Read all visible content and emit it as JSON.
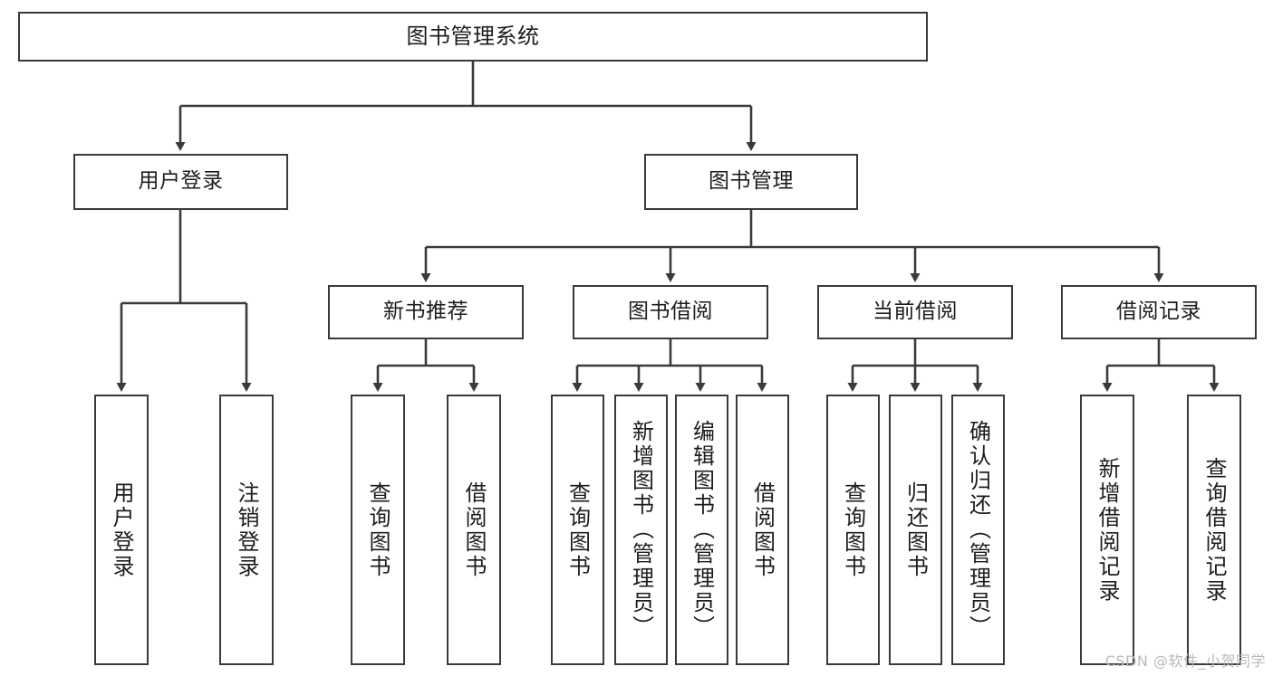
{
  "diagram": {
    "title": "图书管理系统",
    "watermark": "CSDN @软件_小贺同学",
    "colors": {
      "stroke": "#3a3a3a",
      "text": "#1d1d1d",
      "background": "#ffffff",
      "watermark": "#b9b9b9"
    },
    "root": {
      "label": "图书管理系统"
    },
    "level2": [
      {
        "label": "用户登录"
      },
      {
        "label": "图书管理"
      }
    ],
    "level3": [
      {
        "label": "新书推荐"
      },
      {
        "label": "图书借阅"
      },
      {
        "label": "当前借阅"
      },
      {
        "label": "借阅记录"
      }
    ],
    "leaves": {
      "user_login": [
        {
          "label": "用户登录"
        },
        {
          "label": "注销登录"
        }
      ],
      "new_book": [
        {
          "label": "查询图书"
        },
        {
          "label": "借阅图书"
        }
      ],
      "book_borrow": [
        {
          "label": "查询图书"
        },
        {
          "label": "新增图书（管理员）"
        },
        {
          "label": "编辑图书（管理员）"
        },
        {
          "label": "借阅图书"
        }
      ],
      "current_borrow": [
        {
          "label": "查询图书"
        },
        {
          "label": "归还图书"
        },
        {
          "label": "确认归还（管理员）"
        }
      ],
      "borrow_record": [
        {
          "label": "新增借阅记录"
        },
        {
          "label": "查询借阅记录"
        }
      ]
    }
  }
}
